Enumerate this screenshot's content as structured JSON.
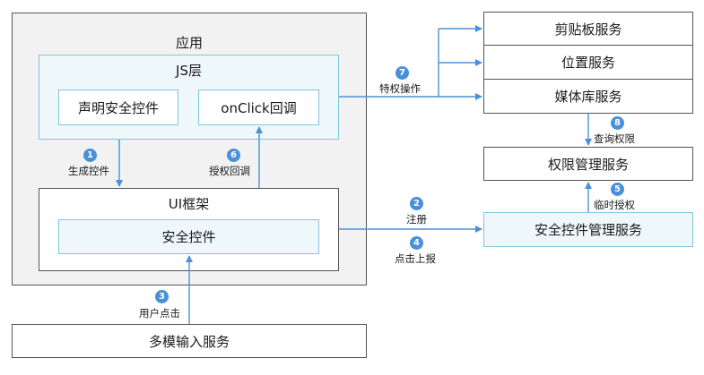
{
  "app": {
    "title": "应用"
  },
  "js_layer": {
    "title": "JS层",
    "declare": "声明安全控件",
    "onclick": "onClick回调"
  },
  "ui_frame": {
    "title": "UI框架",
    "control": "安全控件"
  },
  "multimodal_input": "多模输入服务",
  "services": {
    "clipboard": "剪贴板服务",
    "location": "位置服务",
    "media": "媒体库服务",
    "permission": "权限管理服务",
    "security_control": "安全控件管理服务"
  },
  "steps": [
    {
      "num": "1",
      "label": "生成控件"
    },
    {
      "num": "2",
      "label": "注册"
    },
    {
      "num": "3",
      "label": "用户点击"
    },
    {
      "num": "4",
      "label": "点击上报"
    },
    {
      "num": "5",
      "label": "临时授权"
    },
    {
      "num": "6",
      "label": "授权回调"
    },
    {
      "num": "7",
      "label": "特权操作"
    },
    {
      "num": "8",
      "label": "查询权限"
    }
  ],
  "colors": {
    "arrow": "#4a90d9",
    "badge": "#4a90d9",
    "teal_border": "#7fc6dc",
    "teal_fill": "#eef8fb"
  }
}
